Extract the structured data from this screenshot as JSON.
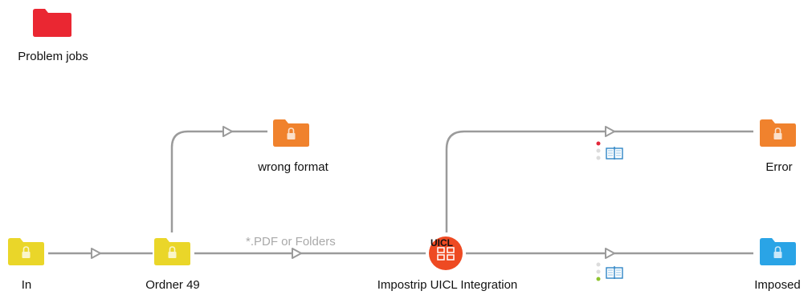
{
  "colors": {
    "red": "#ea2732",
    "orange": "#f0822d",
    "yellow": "#ead629",
    "blue": "#2aa4e6",
    "connection": "#9b9b9b",
    "uicl": "#ee4a22"
  },
  "nodes": {
    "problem_jobs": {
      "label": "Problem jobs",
      "icon": "folder-icon",
      "color": "red"
    },
    "wrong_format": {
      "label": "wrong format",
      "icon": "folder-lock-icon",
      "color": "orange"
    },
    "error": {
      "label": "Error",
      "icon": "folder-lock-icon",
      "color": "orange"
    },
    "in": {
      "label": "In",
      "icon": "folder-lock-icon",
      "color": "yellow"
    },
    "ordner": {
      "label": "Ordner 49",
      "icon": "folder-lock-icon",
      "color": "yellow"
    },
    "impostrip": {
      "label": "Impostrip UICL Integration",
      "badge": "UICL",
      "icon": "impostrip-uicl-icon",
      "color": "uicl"
    },
    "imposed": {
      "label": "Imposed",
      "icon": "folder-lock-icon",
      "color": "blue"
    }
  },
  "connections": {
    "filter_label": "*.PDF or Folders"
  }
}
